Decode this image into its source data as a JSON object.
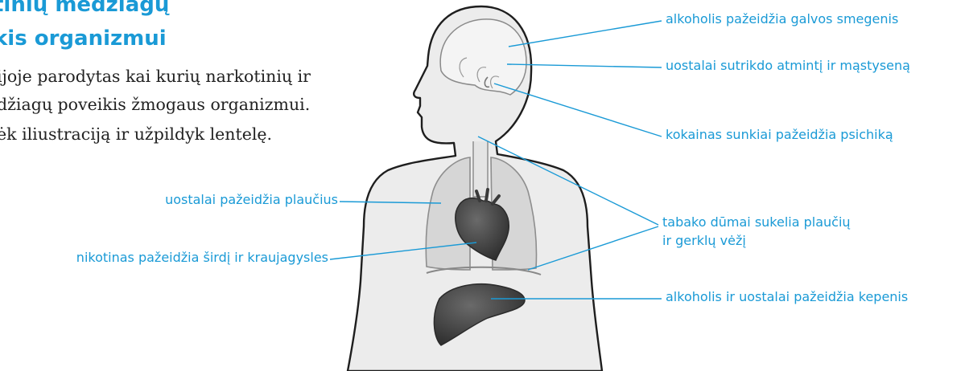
{
  "heading": {
    "line1": "tinių medžiagų",
    "line2": "kis organizmui"
  },
  "intro": {
    "line1": "ijoje parodytas kai kurių narkotinių ir",
    "line2": "džiagų poveikis žmogaus organizmui.",
    "line3": "ėk iliustraciją ir užpildyk lentelę."
  },
  "labels": {
    "brain": "alkoholis pažeidžia galvos smegenis",
    "memory": "uostalai sutrikdo atmintį ir mąstyseną",
    "psyche": "kokainas sunkiai pažeidžia psichiką",
    "lungs": "uostalai pažeidžia plaučius",
    "heart": "nikotinas pažeidžia širdį ir kraujagysles",
    "cancer_line1": "tabako dūmai sukelia plaučių",
    "cancer_line2": "ir gerklų vėžį",
    "liver": "alkoholis ir uostalai pažeidžia kepenis"
  },
  "colors": {
    "accent": "#1a9ad6",
    "body_fill": "#ececec",
    "organ_fill": "#4a4a4a",
    "lung_fill": "#d6d6d6"
  }
}
